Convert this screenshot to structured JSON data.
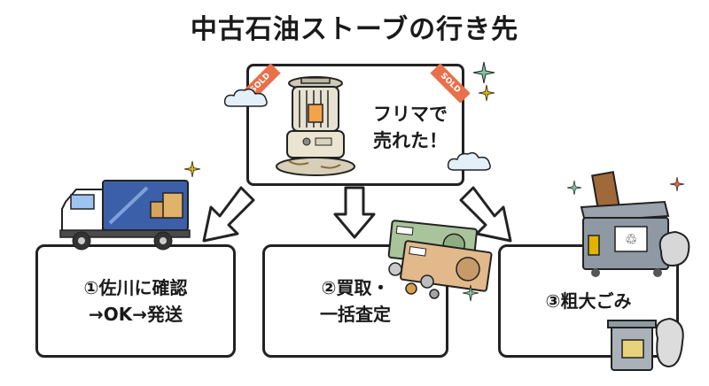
{
  "title": "中古石油ストーブの行き先",
  "center_card": {
    "line1": "フリマで",
    "line2": "売れた！",
    "badge_left": "SOLD",
    "badge_right": "SOLD"
  },
  "options": [
    {
      "line1": "①佐川に確認",
      "line2": "→OK→発送"
    },
    {
      "line1": "②買取・",
      "line2": "一括査定"
    },
    {
      "line1": "③粗大ごみ"
    }
  ],
  "icons": {
    "main": "kerosene-heater-icon",
    "left": "delivery-truck-icon",
    "middle": "banknotes-coins-icon",
    "right": "dumpster-trash-icon"
  },
  "colors": {
    "outline": "#222222",
    "sold_badge": "#e8704a",
    "truck_blue": "#3b5fa8",
    "money_green": "#a9c49a",
    "bin_gray": "#8e99a4",
    "sparkle": "#e0b400"
  }
}
